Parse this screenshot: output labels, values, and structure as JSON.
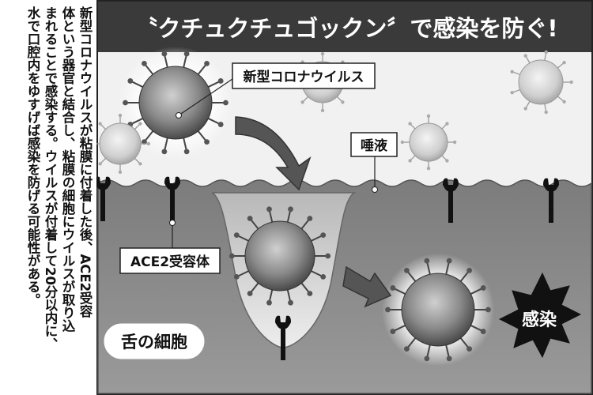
{
  "caption": {
    "columns": [
      "新型コロナウイルスが粘膜に付着した後、ACE2受容",
      "体という器官と結合し、粘膜の細胞にウイルスが取り込",
      "まれることで感染する。ウイルスが付着して20分以内に、",
      "水で口腔内をゆすげば感染を防げる可能性がある。"
    ]
  },
  "diagram": {
    "title": "〝クチュクチュゴックン〞で感染を防ぐ!",
    "labels": {
      "virus": "新型コロナウイルス",
      "saliva": "唾液",
      "receptor": "ACE2受容体",
      "tongue_cell": "舌の細胞",
      "infection": "感染"
    },
    "colors": {
      "title_bg": "#3a3a3a",
      "cell_fill": "#8a8a8a",
      "saliva_fill": "#f2f2f2",
      "arrow": "#555555"
    }
  }
}
